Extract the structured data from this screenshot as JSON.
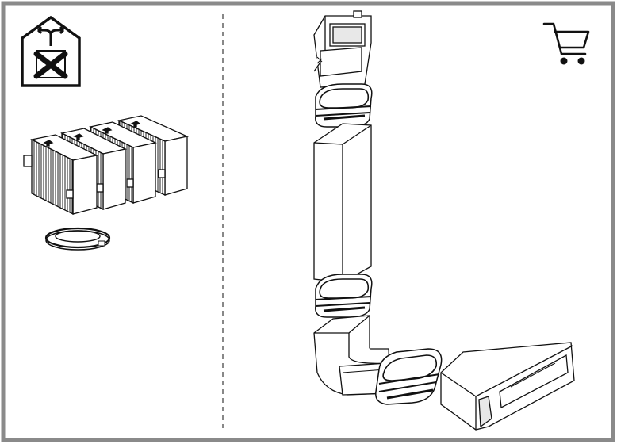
{
  "panels": {
    "left": {
      "icon": "no-ducting-house-icon",
      "items": [
        "charcoal-filter-cartridges",
        "seal-ring"
      ]
    },
    "right": {
      "icon": "shopping-cart-icon",
      "items": [
        "wall-outlet-adapter",
        "duct-connector",
        "straight-flat-duct",
        "duct-connector",
        "elbow-bend",
        "duct-connector",
        "transition-piece"
      ]
    }
  },
  "colors": {
    "frame": "#8a8a8a",
    "divider": "#555555",
    "line": "#1a1a1a",
    "fill": "#ffffff",
    "shade": "#d9d9d9"
  }
}
